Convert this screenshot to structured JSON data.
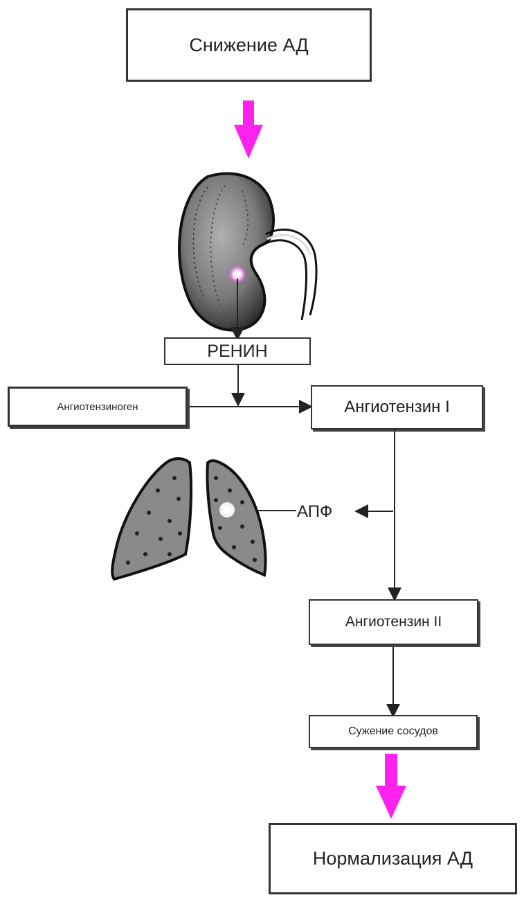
{
  "nodes": {
    "bp_drop": "Снижение АД",
    "renin": "РЕНИН",
    "angiotensinogen": "Ангиотензиноген",
    "angiotensin_1": "Ангиотензин I",
    "ace": "АПФ",
    "angiotensin_2": "Ангиотензин II",
    "vasoconstriction": "Сужение сосудов",
    "bp_normalization": "Нормализация АД"
  },
  "colors": {
    "accent": "#ff22ee",
    "line": "#222222",
    "organ_fill": "#8a8a8a",
    "organ_fill_dark": "#555555"
  },
  "icons": [
    "kidney-icon",
    "lungs-icon"
  ]
}
